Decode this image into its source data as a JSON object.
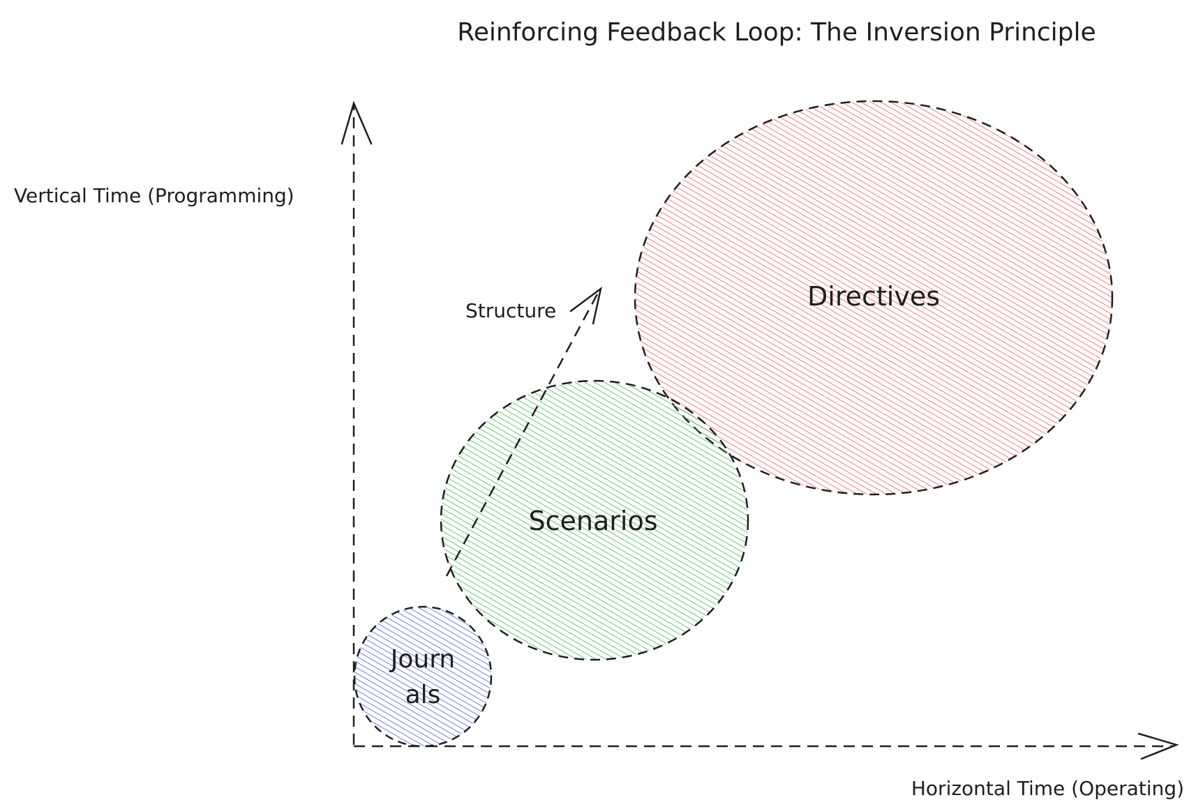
{
  "title": "Reinforcing Feedback Loop: The Inversion Principle",
  "axes": {
    "vertical_label": "Vertical Time (Programming)",
    "horizontal_label": "Horizontal Time (Operating)"
  },
  "nodes": {
    "journals": {
      "line1": "Journ",
      "line2": "als",
      "fill": "#4a5fe0"
    },
    "scenarios": {
      "label": "Scenarios",
      "fill": "#3cba4c"
    },
    "directives": {
      "label": "Directives",
      "fill": "#ee5a5a"
    }
  },
  "arrow": {
    "label": "Structure"
  },
  "colors": {
    "stroke": "#1e1e1e"
  }
}
